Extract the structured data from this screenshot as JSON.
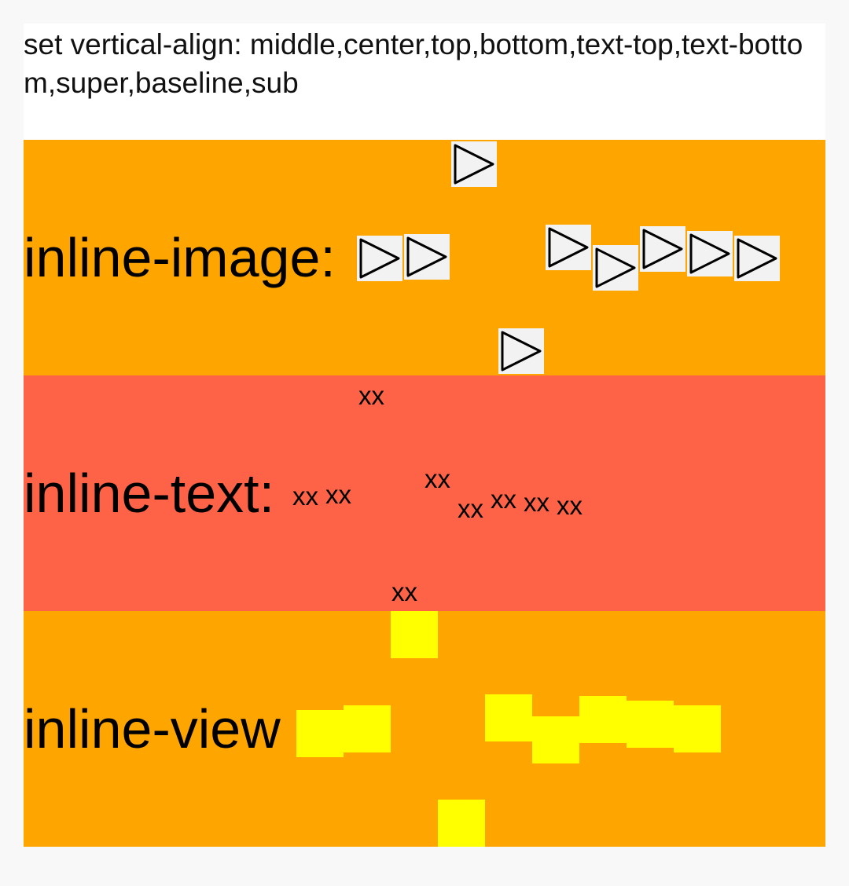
{
  "header": {
    "text": "set vertical-align: middle,center,top,bottom,text-top,text-bottom,super,baseline,sub"
  },
  "rows": {
    "image": {
      "label": "inline-image:",
      "icon": "play-triangle-icon",
      "image_count": 9
    },
    "text": {
      "label": "inline-text:",
      "items": [
        "xx",
        "xx",
        "xx",
        "xx",
        "xx",
        "xx",
        "xx",
        "xx",
        "xx"
      ]
    },
    "view": {
      "label": "inline-view",
      "box_color": "#ffff00",
      "box_count": 9
    }
  },
  "colors": {
    "orange": "#ffa500",
    "tomato": "#ff6347",
    "yellow": "#ffff00"
  }
}
